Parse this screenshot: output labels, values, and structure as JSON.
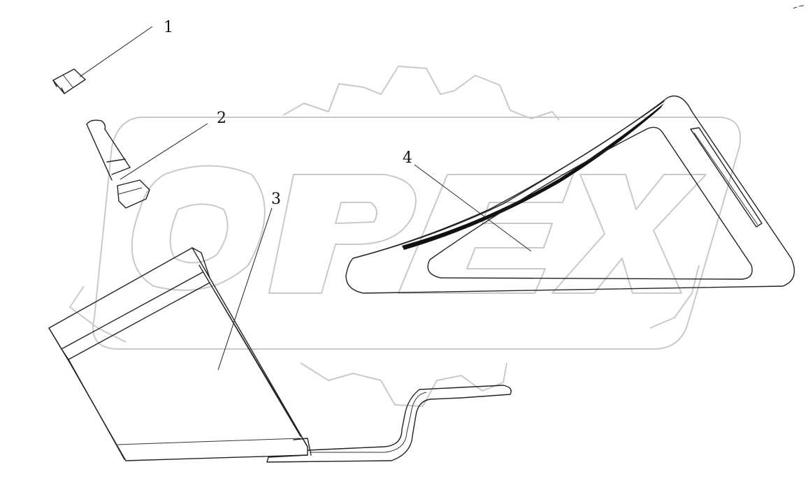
{
  "watermark": {
    "text": "OPEX",
    "color": "#c9c9c9"
  },
  "callouts": [
    {
      "id": "1",
      "label": "1"
    },
    {
      "id": "2",
      "label": "2"
    },
    {
      "id": "3",
      "label": "3"
    },
    {
      "id": "4",
      "label": "4"
    }
  ],
  "colors": {
    "line": "#222222",
    "background": "#ffffff"
  }
}
